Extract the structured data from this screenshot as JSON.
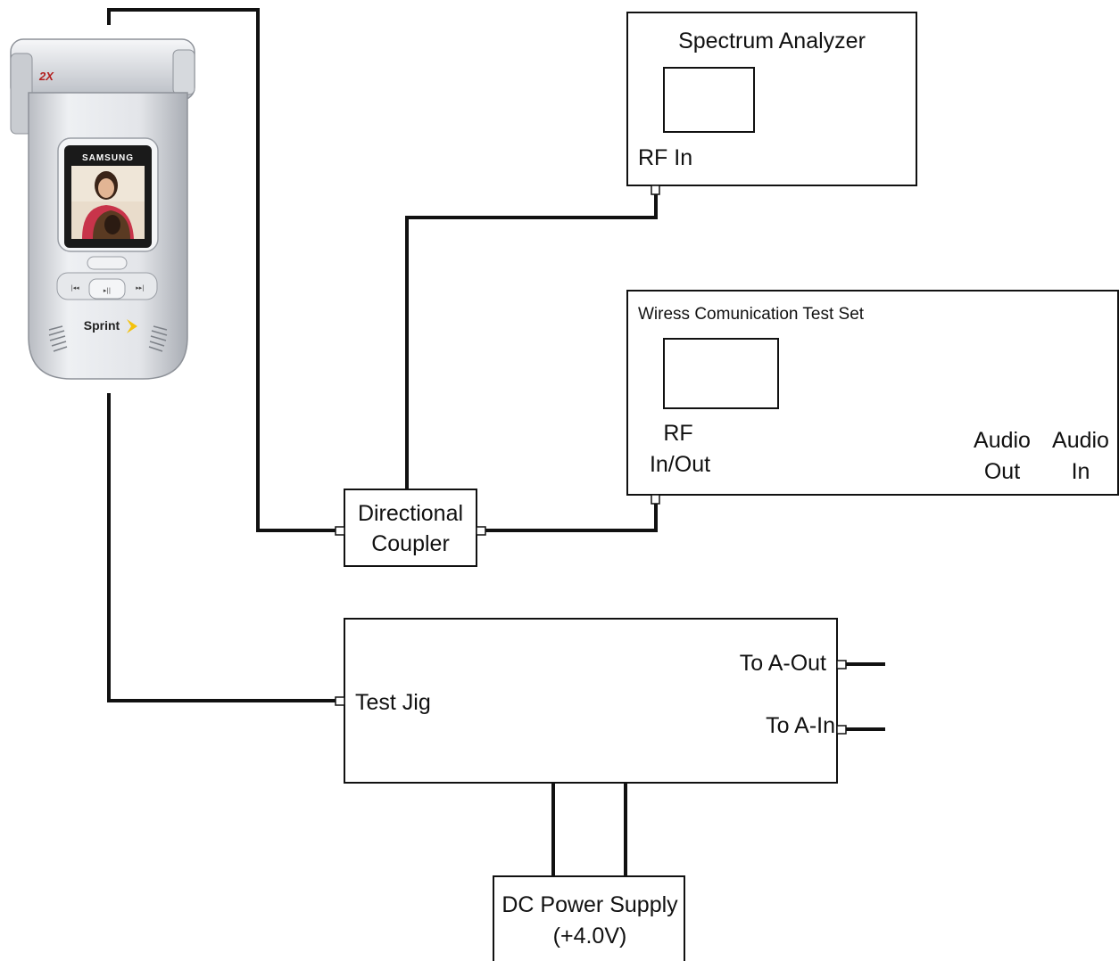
{
  "phone": {
    "brand_badge": "2X",
    "maker": "SAMSUNG",
    "carrier": "Sprint",
    "buttons": [
      "|◂◂",
      "▸||",
      "▸▸|"
    ]
  },
  "spectrum_analyzer": {
    "title": "Spectrum Analyzer",
    "port_label": "RF In"
  },
  "test_set": {
    "title": "Wiress Comunication Test Set",
    "rf_label_line1": "RF",
    "rf_label_line2": "In/Out",
    "audio_out_line1": "Audio",
    "audio_out_line2": "Out",
    "audio_in_line1": "Audio",
    "audio_in_line2": "In"
  },
  "coupler": {
    "line1": "Directional",
    "line2": "Coupler"
  },
  "test_jig": {
    "title": "Test Jig",
    "a_out": "To A-Out",
    "a_in": "To A-In"
  },
  "power_supply": {
    "line1": "DC Power Supply",
    "line2": "(+4.0V)"
  },
  "colors": {
    "phone_body": "#e6e7ea",
    "phone_screen": "#1a1a1a",
    "photo_shirt": "#c8344a",
    "sprint_chevron": "#f4c20d"
  }
}
